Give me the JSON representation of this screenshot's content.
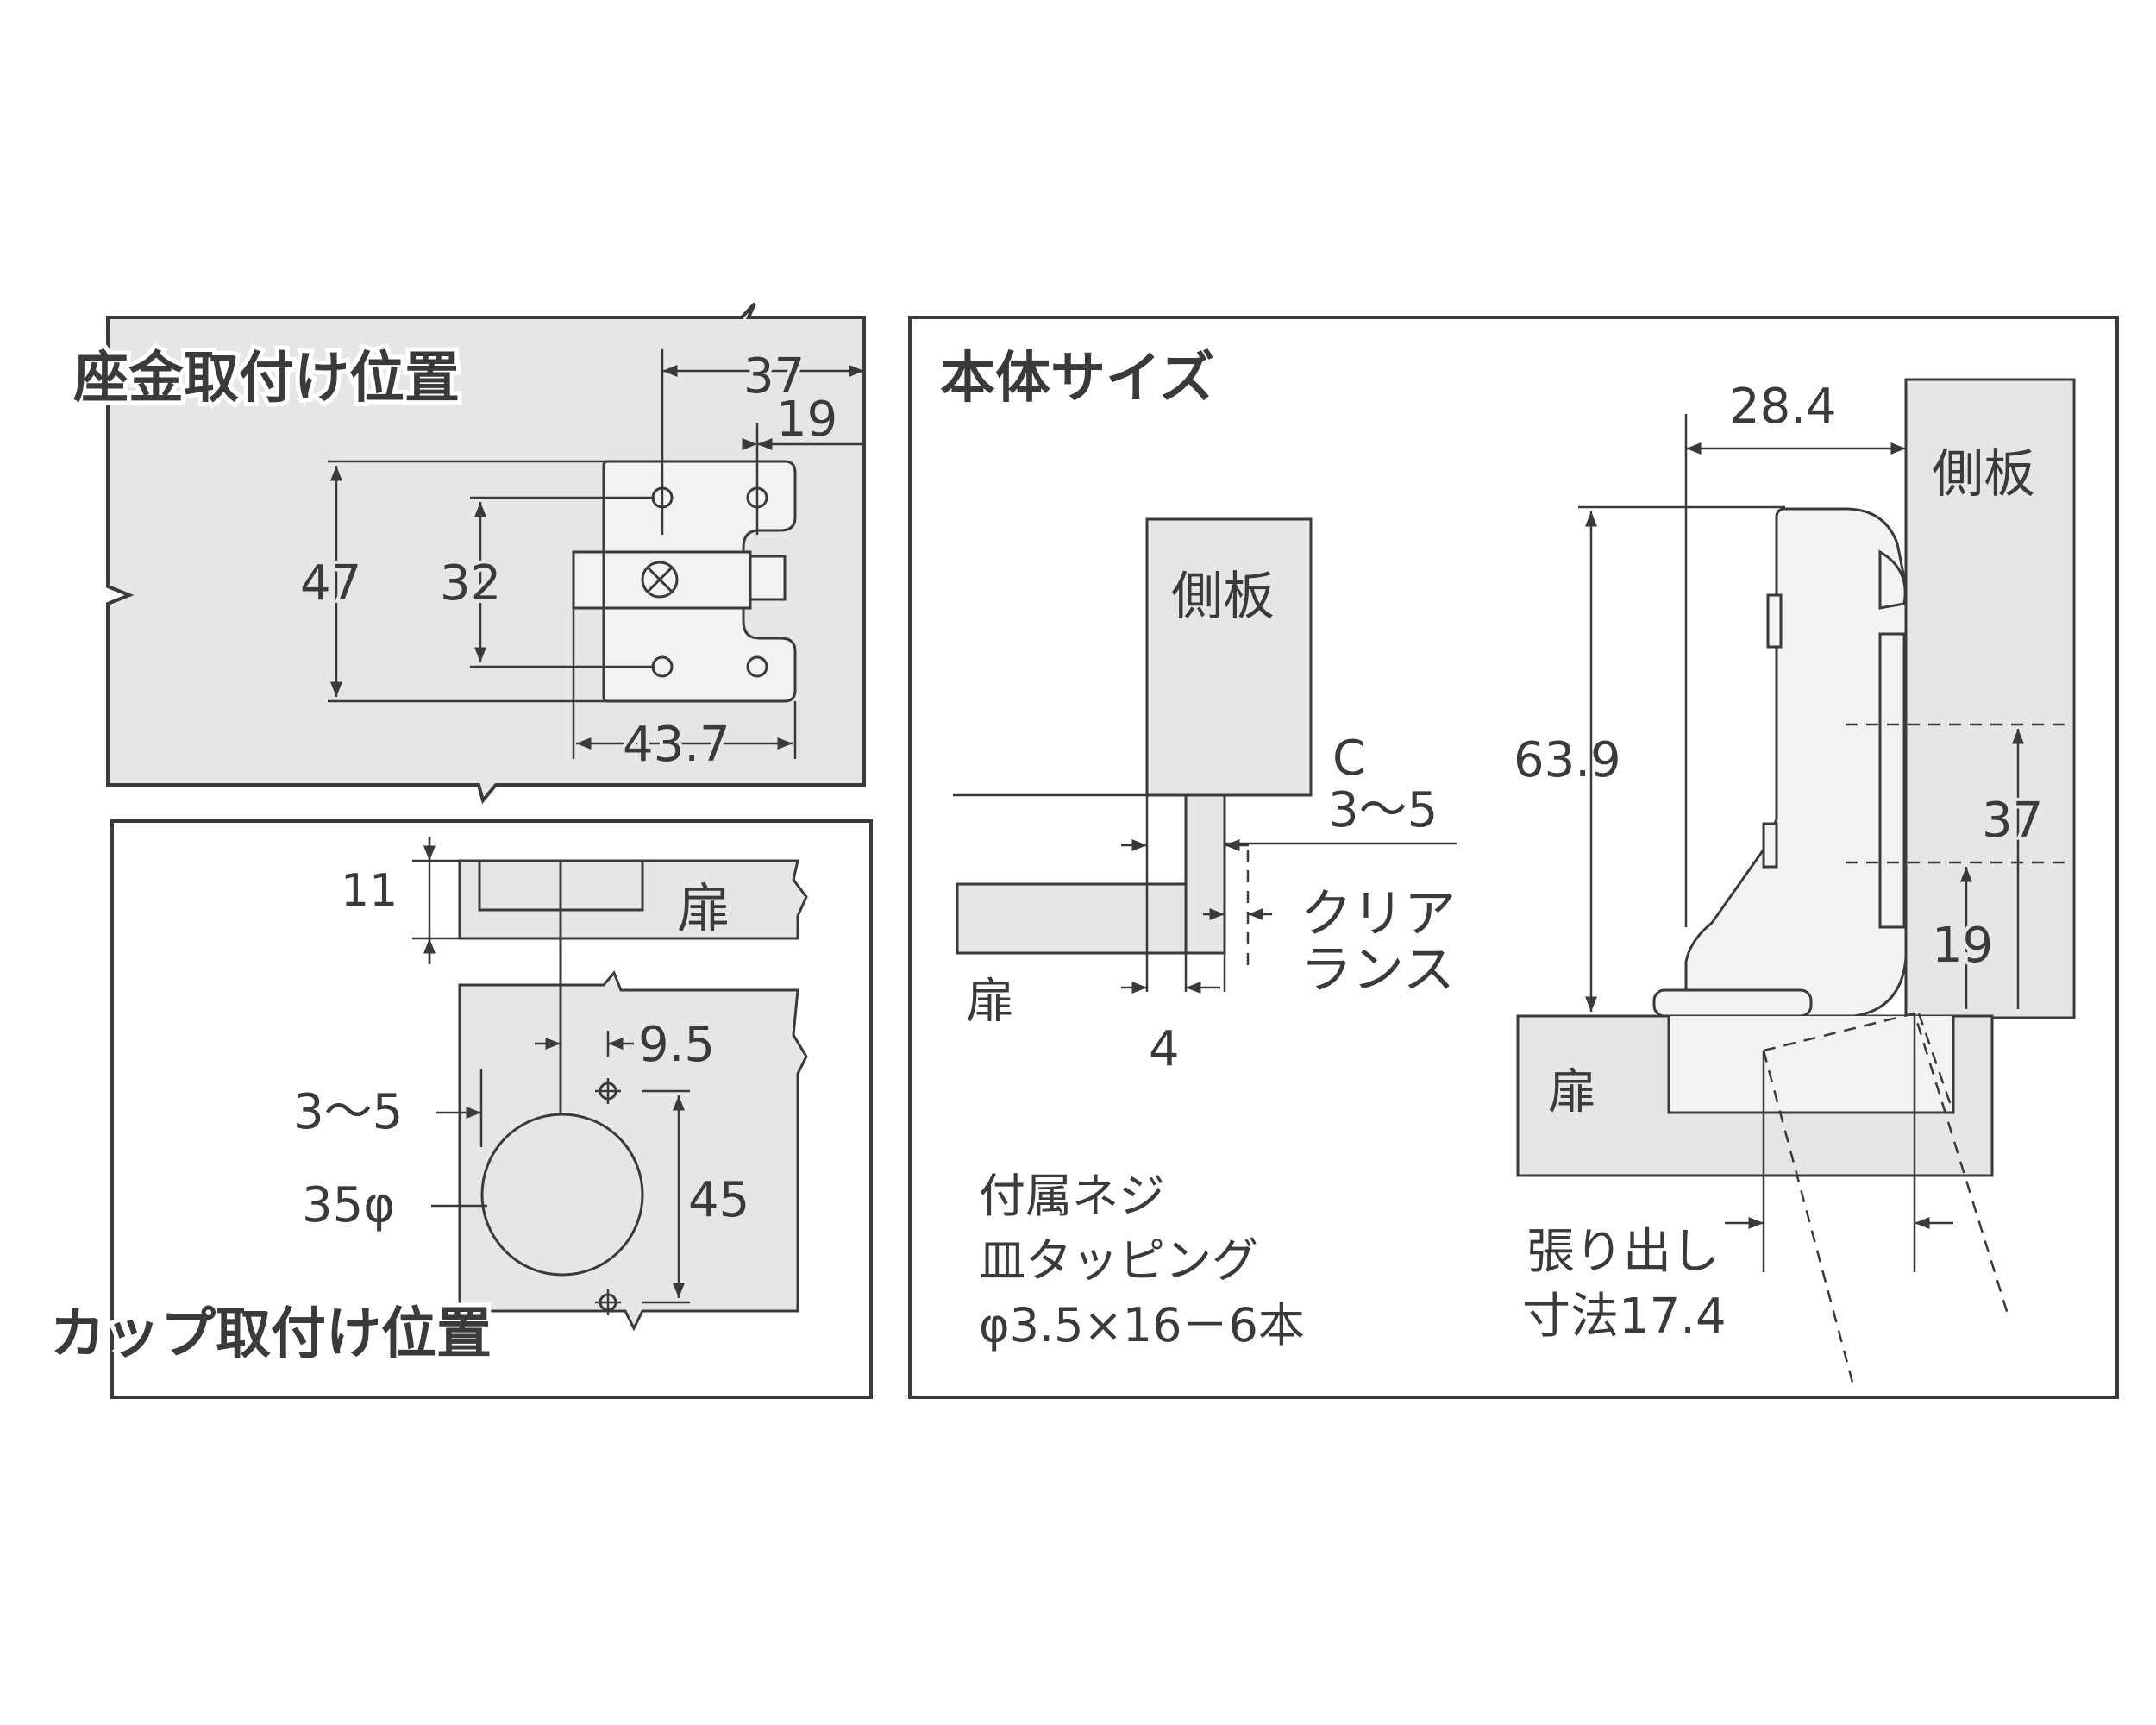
{
  "panel_washer": {
    "title": "座金取付け位置",
    "dim_37": "37",
    "dim_19": "19",
    "dim_47": "47",
    "dim_32": "32",
    "dim_43_7": "43.7"
  },
  "panel_cup": {
    "title": "カップ取付け位置",
    "dim_11": "11",
    "door_top": "扉",
    "dim_9_5": "9.5",
    "dim_3_5": "3～5",
    "dim_35phi": "35φ",
    "dim_45": "45"
  },
  "panel_body": {
    "title": "本体サイズ",
    "side_panel_left": "側板",
    "c_label": "C",
    "c_value": "3～5",
    "clearance_1": "クリア",
    "clearance_2": "ランス",
    "door_left": "扉",
    "dim_4": "4",
    "screw_1": "付属ネジ",
    "screw_2": "皿タッピング",
    "screw_3": "φ3.5×16－6本",
    "dim_28_4": "28.4",
    "side_panel_right": "側板",
    "dim_63_9": "63.9",
    "dim_37": "37",
    "dim_19": "19",
    "door_right": "扉",
    "overhang_1": "張り出し",
    "overhang_2": "寸法17.4"
  }
}
